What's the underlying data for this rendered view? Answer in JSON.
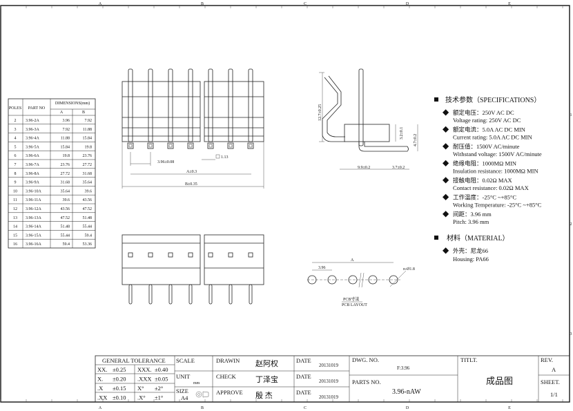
{
  "frame": {
    "cols": [
      "A",
      "B",
      "C",
      "D",
      "E"
    ],
    "rows": [
      "1",
      "2",
      "3"
    ]
  },
  "table": {
    "headers": {
      "poles": "POLES",
      "part": "PART NO",
      "dims": "DIMENSIONS(mm)",
      "a": "A",
      "b": "B"
    },
    "rows": [
      [
        "2",
        "3.96-2A",
        "3.96",
        "7.92"
      ],
      [
        "3",
        "3.96-3A",
        "7.92",
        "11.88"
      ],
      [
        "4",
        "3.96-4A",
        "11.88",
        "15.84"
      ],
      [
        "5",
        "3.96-5A",
        "15.84",
        "19.8"
      ],
      [
        "6",
        "3.96-6A",
        "19.8",
        "23.76"
      ],
      [
        "7",
        "3.96-7A",
        "23.76",
        "27.72"
      ],
      [
        "8",
        "3.96-8A",
        "27.72",
        "31.68"
      ],
      [
        "9",
        "3.96-9A",
        "31.68",
        "35.64"
      ],
      [
        "10",
        "3.96-10A",
        "35.64",
        "39.6"
      ],
      [
        "11",
        "3.96-11A",
        "39.6",
        "43.56"
      ],
      [
        "12",
        "3.96-12A",
        "43.56",
        "47.52"
      ],
      [
        "13",
        "3.96-13A",
        "47.52",
        "51.48"
      ],
      [
        "14",
        "3.96-14A",
        "51.48",
        "55.44"
      ],
      [
        "15",
        "3.96-15A",
        "55.44",
        "59.4"
      ],
      [
        "16",
        "3.96-16A",
        "59.4",
        "53.36"
      ]
    ]
  },
  "front_view": {
    "pitch": "3.96±0.08",
    "square": "1.13",
    "a": "A±0.3",
    "b": "B±0.35"
  },
  "side_view": {
    "height": "12.7±0.25",
    "h1": "3.2±0.1",
    "h2": "4.7±0.2",
    "w1": "9.9±0.2",
    "w2": "3.7±0.2"
  },
  "pcb": {
    "pitch": "3.96",
    "a": "A",
    "hole": "n-Ø1.8",
    "label_cn": "PCB寸法",
    "label_en": "PCB LAYOUT"
  },
  "specs": {
    "title": "技术参数（SPECIFICATIONS）",
    "items": [
      [
        "额定电压：250V AC DC",
        "Voltage rating: 250V AC DC"
      ],
      [
        "额定电流：5.0A AC DC   MIN",
        "Current rating: 5.0A  AC DC  MIN"
      ],
      [
        "耐压值：1500V AC/minute",
        "Withstand voltage: 1500V AC/minute"
      ],
      [
        "绝缘电阻：1000MΩ  MIN",
        "Insulation resistance: 1000MΩ  MIN"
      ],
      [
        "接触电阻：0.02Ω  MAX",
        "Contact resistance:   0.02Ω  MAX"
      ],
      [
        "工作温度：-25°C ~+85°C",
        "Working Temperature: -25°C ~+85°C"
      ],
      [
        "间距：3.96 mm",
        "Pitch: 3.96 mm"
      ]
    ],
    "material_title": "材料（MATERIAL）",
    "material": [
      "外壳：尼龙66",
      "Housing:   PA66"
    ]
  },
  "title_block": {
    "tol_title": "GENERAL  TOLERANCE",
    "tol": [
      [
        "XX.",
        "±0.25",
        "XXX.",
        "±0.40"
      ],
      [
        "X.",
        "±0.20",
        ".XXX",
        "±0.05"
      ],
      [
        ".X",
        "±0.15",
        "X°",
        "±2°"
      ],
      [
        ".XX",
        "±0.10",
        ".X°",
        "±1°"
      ]
    ],
    "scale": "SCALE",
    "unit": "UNIT",
    "unit_val": "mm",
    "size": "SIZE",
    "size_val": "A4",
    "drawn": "DRAWIN",
    "drawn_name": "赵阿权",
    "check": "CHECK",
    "check_name": "丁泽宝",
    "approve": "APPROVE",
    "approve_name": "殷  杰",
    "date": "DATE",
    "date_val": "20131019",
    "dwg_no": "DWG.  NO.",
    "dwg_val": "F:3.96",
    "parts_no": "PARTS  NO.",
    "parts_val": "3.96-nAW",
    "title": "TITLT.",
    "title_val": "成品图",
    "rev": "REV.",
    "rev_val": "A",
    "sheet": "SHEET.",
    "sheet_val": "1/1"
  }
}
